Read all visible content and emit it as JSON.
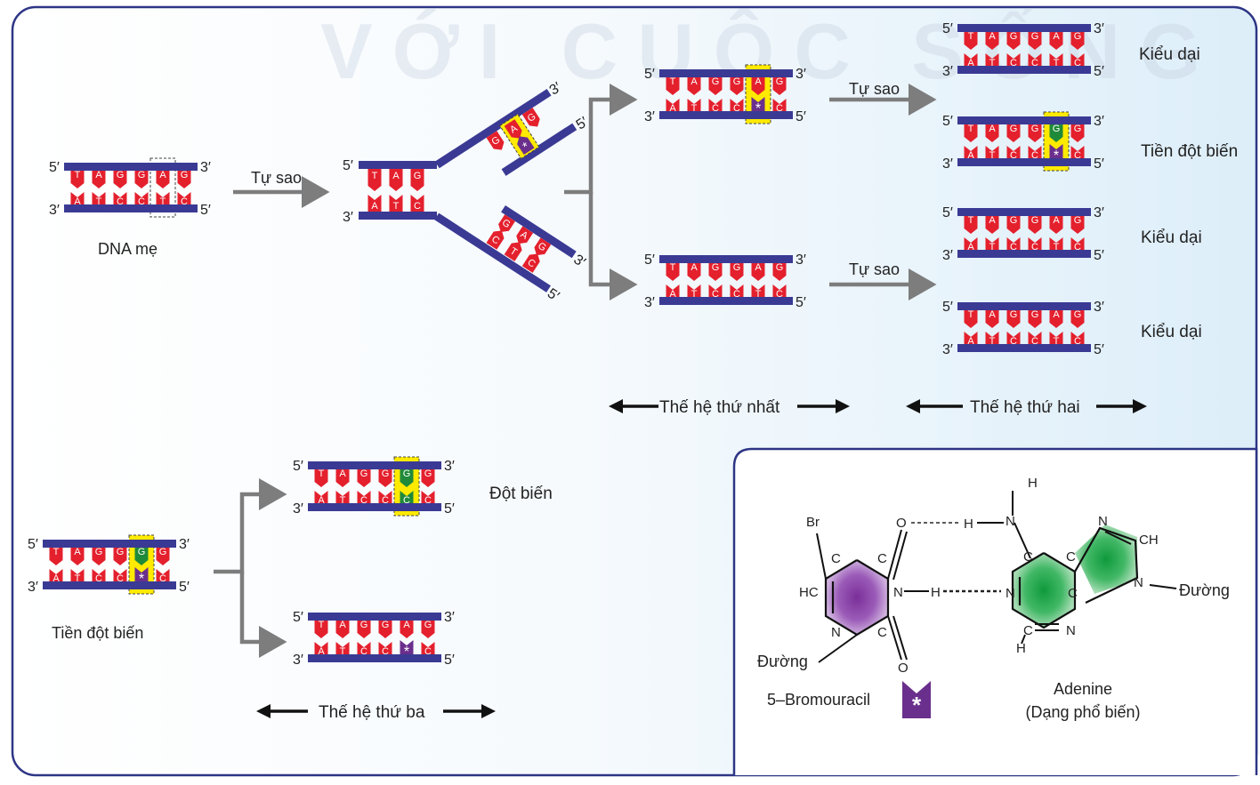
{
  "watermark": "VỚI CUỘC SỐNG",
  "labels": {
    "replication": "Tự sao",
    "parent_dna": "DNA mẹ",
    "wild_type": "Kiểu dại",
    "pre_mutation": "Tiền đột biến",
    "mutation": "Đột biến",
    "gen1": "Thế hệ thứ nhất",
    "gen2": "Thế hệ thứ hai",
    "gen3": "Thế hệ thứ ba",
    "prime5": "5′",
    "prime3": "3′"
  },
  "sequences": {
    "top_strand": [
      "T",
      "A",
      "G",
      "G",
      "A",
      "G"
    ],
    "bottom_strand": [
      "A",
      "T",
      "C",
      "C",
      "T",
      "C"
    ],
    "mutant_top": [
      "T",
      "A",
      "G",
      "G",
      "G",
      "G"
    ],
    "mutant_bottom": [
      "A",
      "T",
      "C",
      "C",
      "C",
      "C"
    ],
    "fork_stem_top": [
      "T",
      "A",
      "G"
    ],
    "fork_stem_bottom": [
      "A",
      "T",
      "C"
    ],
    "upper_arm_template": [
      "G",
      "A",
      "G"
    ],
    "lower_arm_template": [
      "C",
      "T",
      "C"
    ],
    "lower_arm_new": [
      "G",
      "A",
      "G"
    ],
    "analog_marker": "*"
  },
  "chemistry": {
    "bromouracil": {
      "name": "5–Bromouracil",
      "atoms": {
        "br": "Br",
        "c": "C",
        "hc": "HC",
        "n": "N",
        "o": "O",
        "h": "H",
        "sugar": "Đường"
      }
    },
    "adenine": {
      "name": "Adenine",
      "form": "(Dạng phổ biến)",
      "atoms": {
        "n": "N",
        "c": "C",
        "ch": "CH",
        "h": "H",
        "sugar": "Đường"
      }
    }
  },
  "colors": {
    "backbone": "#3a3a94",
    "base": "#e4202d",
    "highlight": "#ffea00",
    "mutant_base": "#1f8a3a",
    "analog": "#6a2f8c",
    "arrow": "#7d7d7d",
    "panel_border": "#2d3585"
  }
}
